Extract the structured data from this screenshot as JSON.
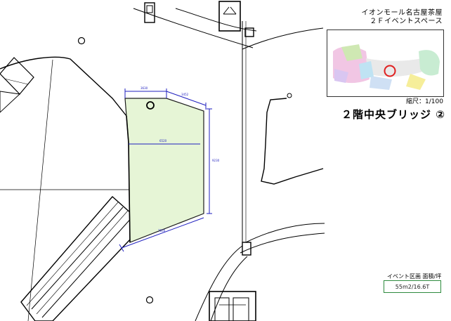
{
  "header": {
    "line1": "イオンモール名古屋茶屋",
    "line2": "２Ｆイベントスペース"
  },
  "scale_label": "縮尺：1/100",
  "area_title": "２階中央ブリッジ ②",
  "area_info": {
    "label": "イベント区画 面積/坪",
    "value": "55m2/16.6T"
  },
  "dimensions": {
    "top_left": "3630",
    "top_right": "3452",
    "middle": "6520",
    "right": "9230",
    "bottom": "7850"
  },
  "colors": {
    "event_area_fill": "#e6f5d6",
    "dimension_line": "#1f1fbf",
    "area_box_border": "#2e8b3e",
    "location_marker": "#e02020"
  }
}
